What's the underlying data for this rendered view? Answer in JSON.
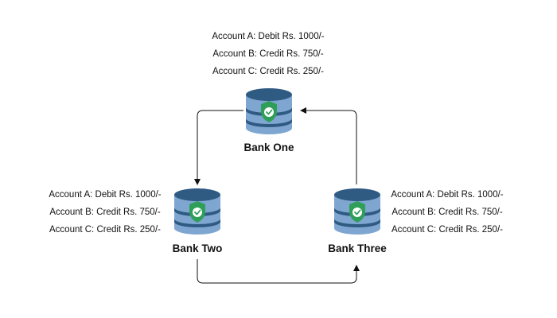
{
  "colors": {
    "db_top": "#2f5b83",
    "db_body": "#7fa6d1",
    "db_band": "#2f5b83",
    "shield": "#2e9e58",
    "check": "#ffffff",
    "connector": "#111111"
  },
  "icons": {
    "database": "database-icon",
    "shield": "shield-check-icon"
  },
  "banks": {
    "one": {
      "label": "Bank One",
      "ledger": [
        "Account A: Debit Rs. 1000/-",
        "Account B: Credit Rs. 750/-",
        "Account C: Credit Rs. 250/-"
      ]
    },
    "two": {
      "label": "Bank Two",
      "ledger": [
        "Account A: Debit Rs. 1000/-",
        "Account B: Credit Rs. 750/-",
        "Account C: Credit Rs. 250/-"
      ]
    },
    "three": {
      "label": "Bank Three",
      "ledger": [
        "Account A: Debit Rs. 1000/-",
        "Account B: Credit Rs. 750/-",
        "Account C: Credit Rs. 250/-"
      ]
    }
  }
}
